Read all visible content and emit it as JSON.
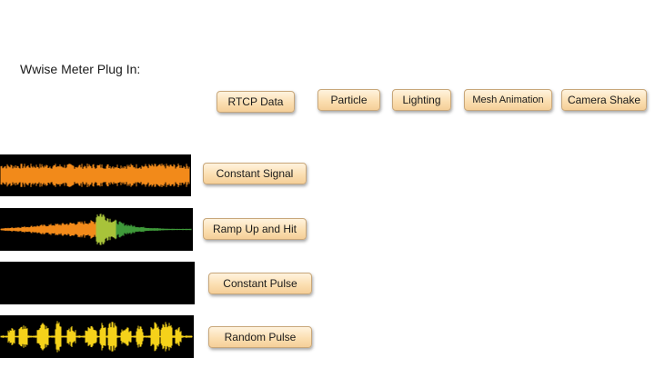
{
  "title": "Wwise Meter Plug In:",
  "buttons": {
    "rtcp": "RTCP Data",
    "particle": "Particle",
    "lighting": "Lighting",
    "mesh": "Mesh Animation",
    "camera": "Camera Shake",
    "constant_signal": "Constant Signal",
    "ramp_up": "Ramp Up and Hit",
    "constant_pulse": "Constant Pulse",
    "random_pulse": "Random Pulse"
  },
  "colors": {
    "waveform_orange": "#f28a1a",
    "waveform_teal": "#1a8f8f",
    "waveform_green": "#66dd33",
    "waveform_yellow": "#f5d21a",
    "button_fill": "#fbdfb2",
    "background": "#ffffff"
  }
}
